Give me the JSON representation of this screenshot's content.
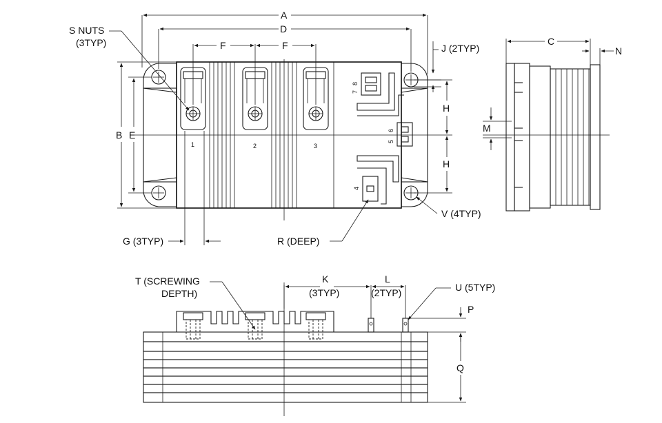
{
  "labels": {
    "A": "A",
    "B": "B",
    "C": "C",
    "D": "D",
    "E": "E",
    "F1": "F",
    "F2": "F",
    "G": "G (3TYP)",
    "H1": "H",
    "H2": "H",
    "J": "J (2TYP)",
    "K": "K",
    "K_sub": "(3TYP)",
    "L": "L",
    "L_sub": "(2TYP)",
    "M": "M",
    "N": "N",
    "P": "P",
    "Q": "Q",
    "R": "R (DEEP)",
    "S1": "S NUTS",
    "S2": "(3TYP)",
    "T1": "T (SCREWING",
    "T2": "DEPTH)",
    "U": "U (5TYP)",
    "V": "V (4TYP)"
  },
  "pins": {
    "p1": "1",
    "p2": "2",
    "p3": "3",
    "p4": "4",
    "p5": "5",
    "p6": "6",
    "p7": "7",
    "p8": "8"
  }
}
